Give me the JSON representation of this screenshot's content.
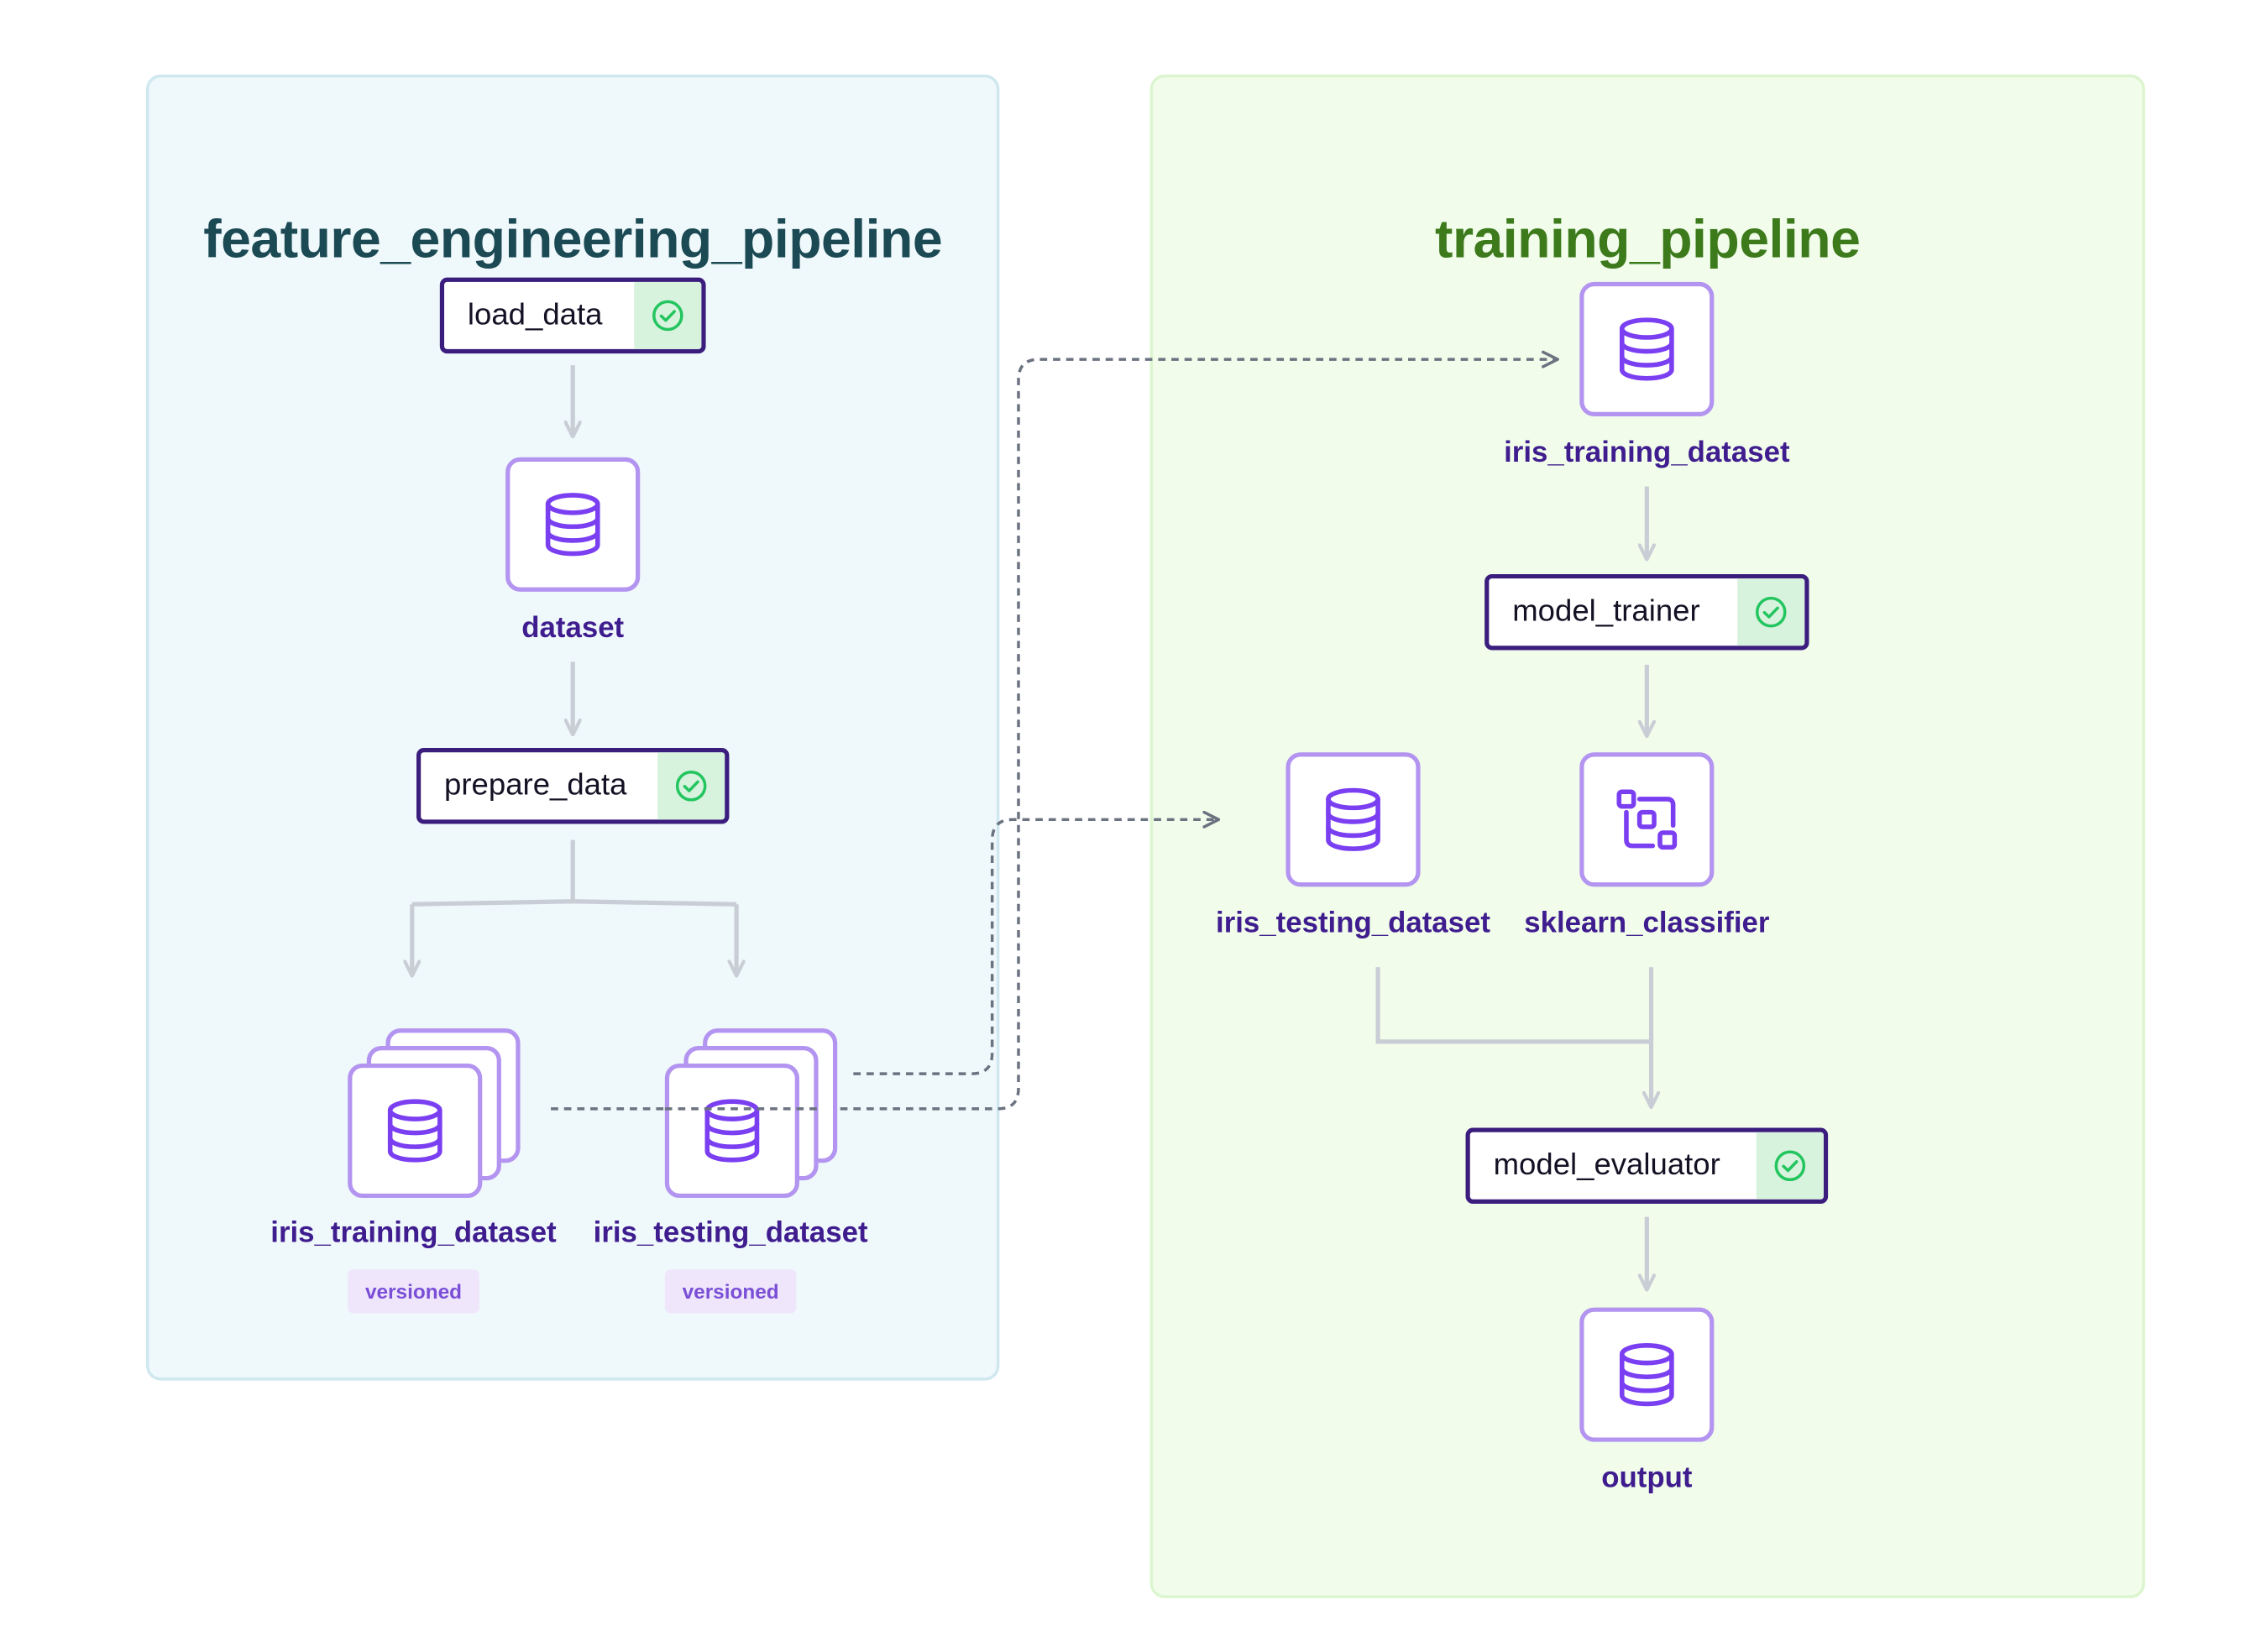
{
  "pipelines": {
    "feature_engineering": {
      "title": "feature_engineering_pipeline",
      "steps": {
        "load_data": "load_data",
        "prepare_data": "prepare_data"
      },
      "artifacts": {
        "dataset": "dataset",
        "iris_training_dataset": "iris_training_dataset",
        "iris_testing_dataset": "iris_testing_dataset"
      },
      "badges": {
        "training_versioned": "versioned",
        "testing_versioned": "versioned"
      }
    },
    "training": {
      "title": "training_pipeline",
      "steps": {
        "model_trainer": "model_trainer",
        "model_evaluator": "model_evaluator"
      },
      "artifacts": {
        "iris_training_dataset": "iris_training_dataset",
        "iris_testing_dataset": "iris_testing_dataset",
        "sklearn_classifier": "sklearn_classifier",
        "output": "output"
      }
    }
  },
  "icons": {
    "step_status": "check-circle-icon",
    "dataset": "database-icon",
    "model": "model-icon"
  },
  "colors": {
    "feature_panel_bg": "#eff8fb",
    "training_panel_bg": "#f1fdea",
    "feature_title": "#1b4a55",
    "training_title": "#3d7a1c",
    "step_border": "#3b1d7e",
    "artifact_border": "#b394f0",
    "icon": "#7b3ff2",
    "check": "#22c55e",
    "label": "#3f1d8f"
  }
}
